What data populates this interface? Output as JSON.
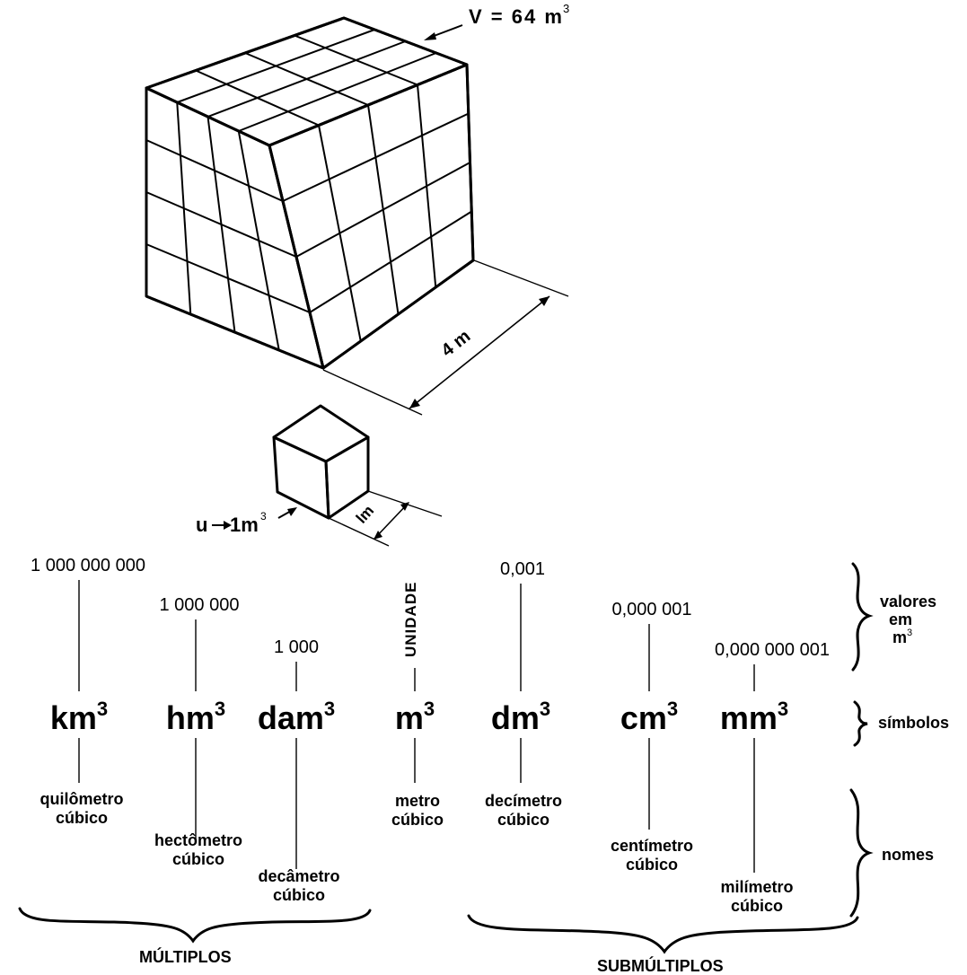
{
  "big_cube": {
    "volume_label": "V = 64 m",
    "volume_exp": "3",
    "edge_label": "4 m"
  },
  "unit_cube": {
    "unit_label": "u",
    "unit_value": "1m",
    "unit_exp": "3",
    "edge_label": "lm"
  },
  "unidade_label": "UNIDADE",
  "units": [
    {
      "value": "1 000 000 000",
      "base": "km",
      "name1": "quilômetro",
      "name2": "cúbico"
    },
    {
      "value": "1 000 000",
      "base": "hm",
      "name1": "hectômetro",
      "name2": "cúbico"
    },
    {
      "value": "1 000",
      "base": "dam",
      "name1": "decâmetro",
      "name2": "cúbico"
    },
    {
      "value": "",
      "base": "m",
      "name1": "metro",
      "name2": "cúbico"
    },
    {
      "value": "0,001",
      "base": "dm",
      "name1": "decímetro",
      "name2": "cúbico"
    },
    {
      "value": "0,000 001",
      "base": "cm",
      "name1": "centímetro",
      "name2": "cúbico"
    },
    {
      "value": "0,000 000 001",
      "base": "mm",
      "name1": "milímetro",
      "name2": "cúbico"
    }
  ],
  "exponent": "3",
  "legend": {
    "values_line1": "valores",
    "values_line2": "em",
    "values_line3": "m",
    "values_exp": "3",
    "symbols": "símbolos",
    "names": "nomes"
  },
  "groups": {
    "multiples": "MÚLTIPLOS",
    "submultiples": "SUBMÚLTIPLOS"
  }
}
